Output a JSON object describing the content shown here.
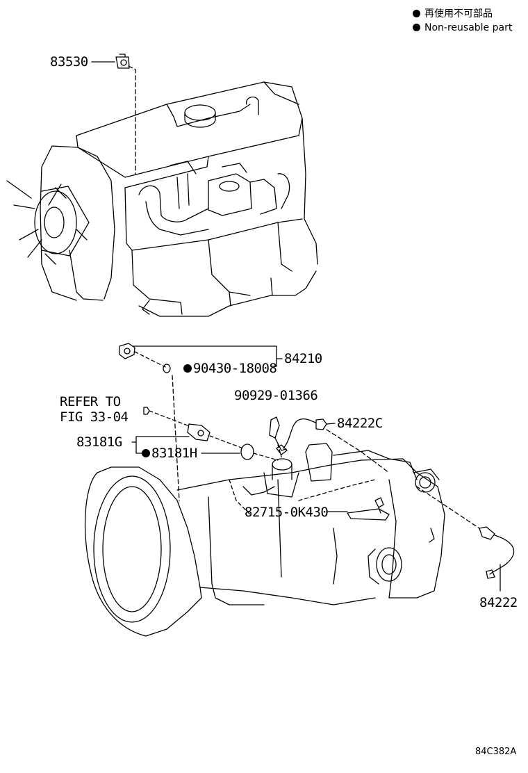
{
  "legend": {
    "items": [
      {
        "text": "再使用不可部品"
      },
      {
        "text": "Non-reusable part"
      }
    ]
  },
  "parts": {
    "p83530": "83530",
    "p84210": "84210",
    "p90430": "90430-18008",
    "p90929": "90929-01366",
    "p84222c": "84222C",
    "refer_line1": "REFER TO",
    "refer_line2": "FIG 33-04",
    "p83181g": "83181G",
    "p83181h": "83181H",
    "p82715": "82715-0K430",
    "p84222": "84222"
  },
  "footer": {
    "code": "84C382A"
  }
}
